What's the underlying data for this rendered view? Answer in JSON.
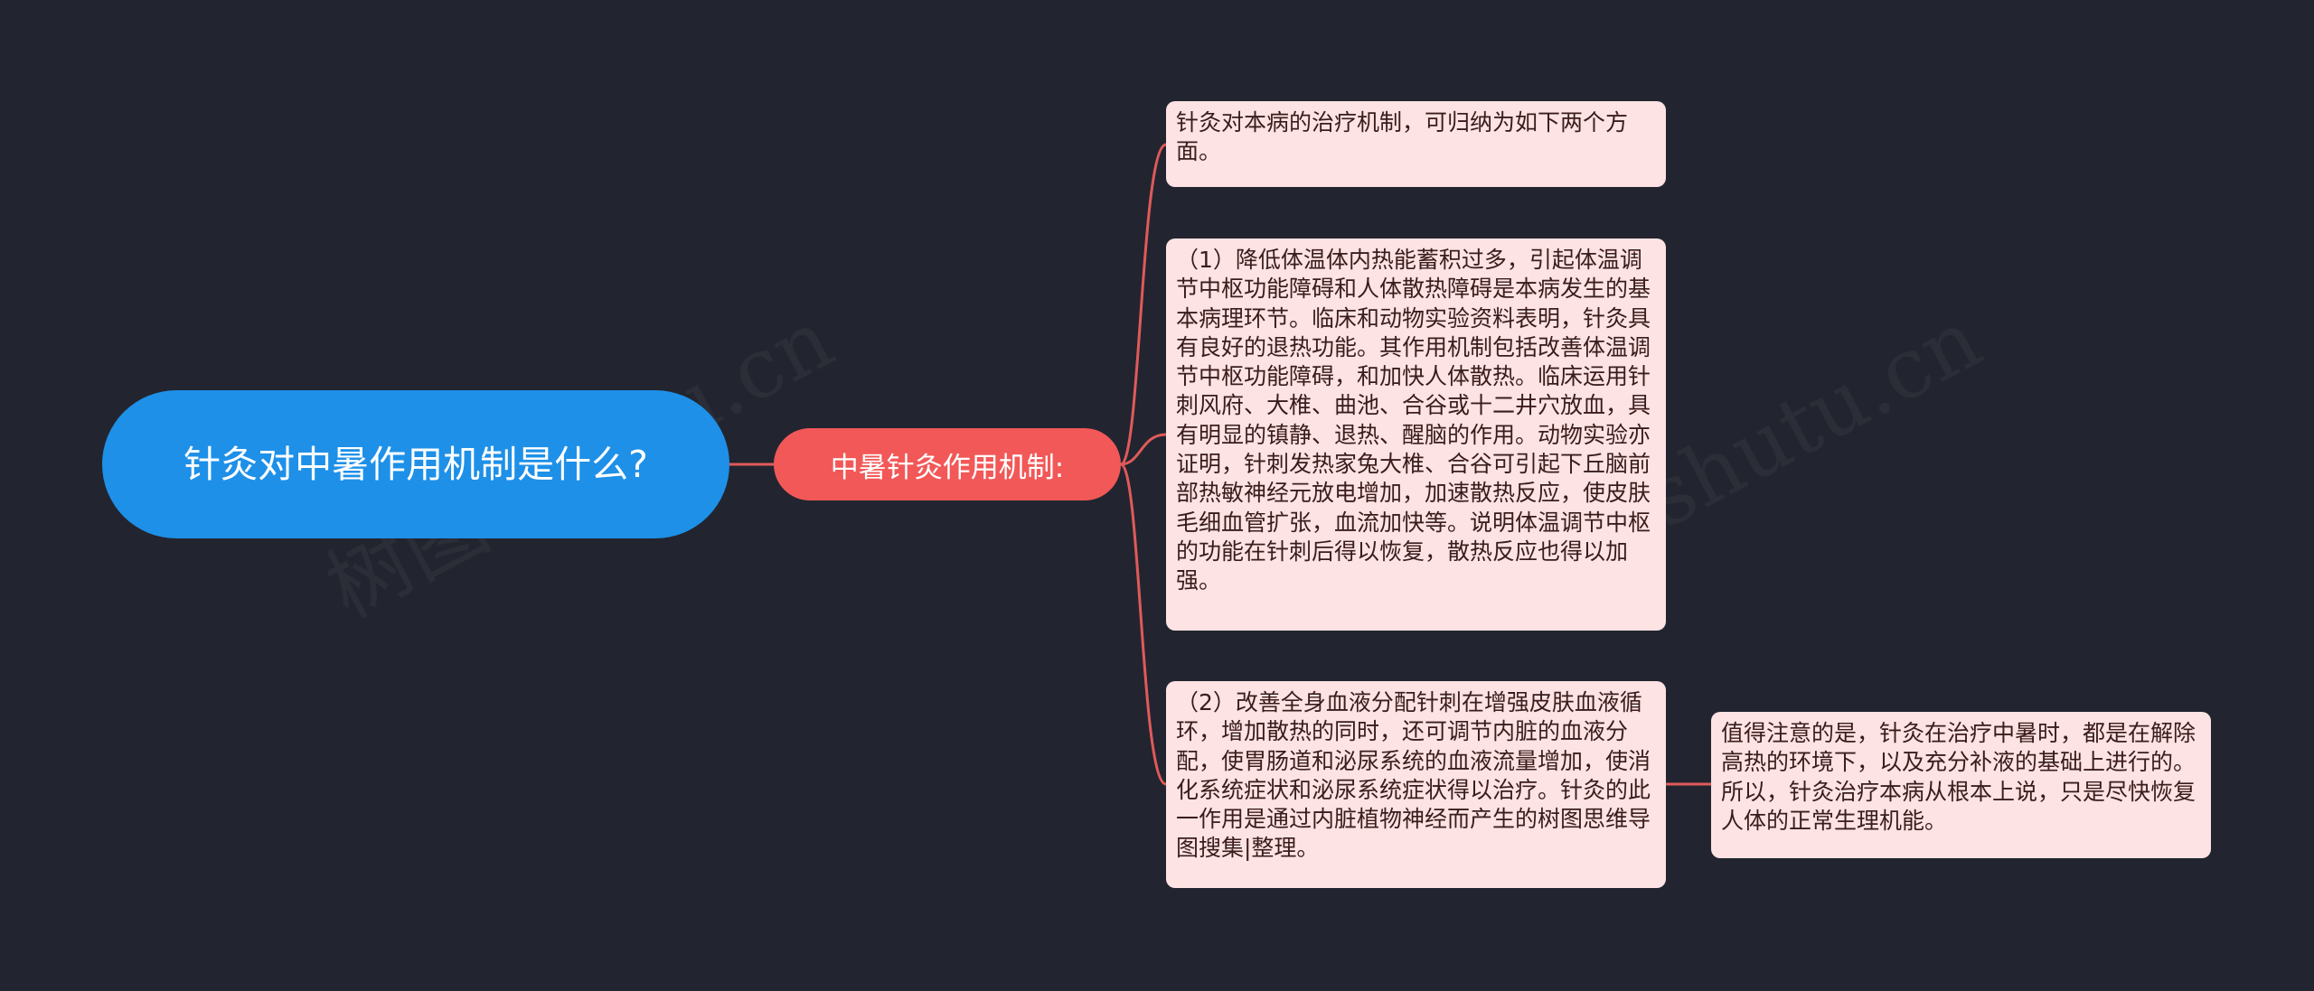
{
  "colors": {
    "background": "#22252f",
    "root_fill": "#1e90e8",
    "branch_fill": "#f25858",
    "leaf_fill": "#fde3e3",
    "connector": "#e05a5a"
  },
  "mindmap": {
    "root": "针灸对中暑作用机制是什么?",
    "branch": "中暑针灸作用机制:",
    "leaves": [
      "针灸对本病的治疗机制，可归纳为如下两个方面。",
      "（1）降低体温体内热能蓄积过多，引起体温调节中枢功能障碍和人体散热障碍是本病发生的基本病理环节。临床和动物实验资料表明，针灸具有良好的退热功能。其作用机制包括改善体温调节中枢功能障碍，和加快人体散热。临床运用针刺风府、大椎、曲池、合谷或十二井穴放血，具有明显的镇静、退热、醒脑的作用。动物实验亦证明，针刺发热家兔大椎、合谷可引起下丘脑前部热敏神经元放电增加，加速散热反应，使皮肤毛细血管扩张，血流加快等。说明体温调节中枢的功能在针刺后得以恢复，散热反应也得以加强。",
      "（2）改善全身血液分配针刺在增强皮肤血液循环，增加散热的同时，还可调节内脏的血液分配，使胃肠道和泌尿系统的血液流量增加，使消化系统症状和泌尿系统症状得以治疗。针灸的此一作用是通过内脏植物神经而产生的树图思维导图搜集|整理。",
      "值得注意的是，针灸在治疗中暑时，都是在解除高热的环境下，以及充分补液的基础上进行的。所以，针灸治疗本病从根本上说，只是尽快恢复人体的正常生理机能。"
    ]
  },
  "watermark": "树图 shutu.cn"
}
